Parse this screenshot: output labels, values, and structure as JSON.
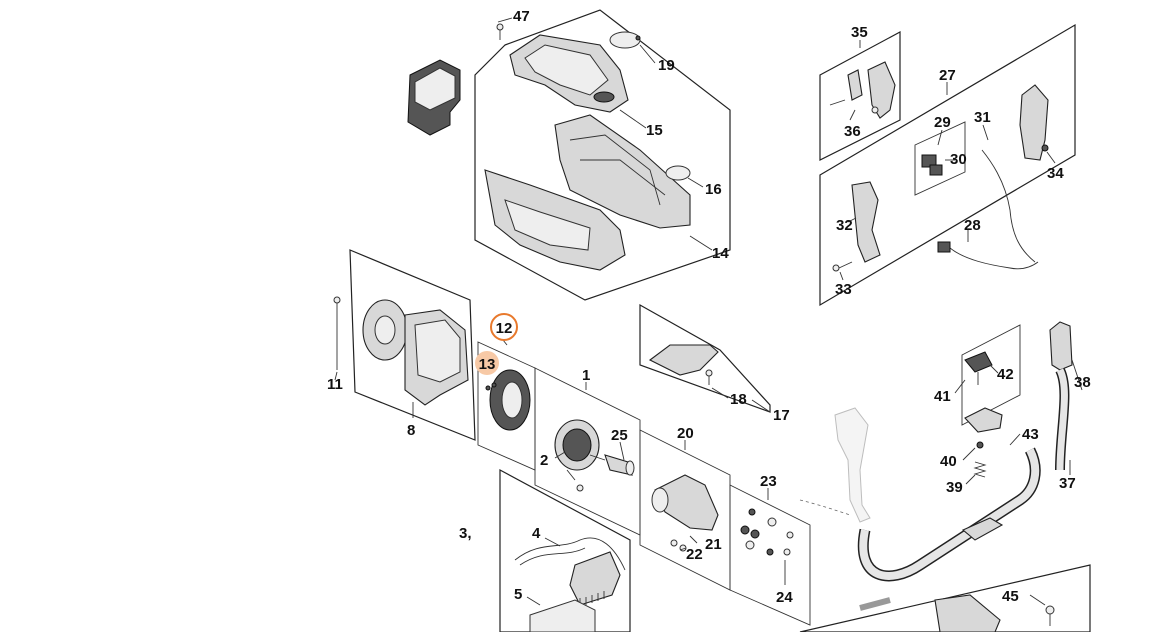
{
  "diagram": {
    "callouts": {
      "c1": "1",
      "c2": "2",
      "c3": "3,",
      "c4": "4",
      "c5": "5",
      "c8": "8",
      "c11": "11",
      "c12": "12",
      "c13": "13",
      "c14": "14",
      "c15": "15",
      "c16": "16",
      "c17": "17",
      "c18": "18",
      "c19": "19",
      "c20": "20",
      "c21": "21",
      "c22": "22",
      "c23": "23",
      "c24": "24",
      "c25": "25",
      "c27": "27",
      "c28": "28",
      "c29": "29",
      "c30": "30",
      "c31": "31",
      "c32": "32",
      "c33": "33",
      "c34": "34",
      "c35": "35",
      "c36": "36",
      "c37": "37",
      "c38": "38",
      "c39": "39",
      "c40": "40",
      "c41": "41",
      "c42": "42",
      "c43": "43",
      "c45": "45",
      "c47": "47"
    },
    "highlight_color": "#e8792c",
    "highlight_fill": "#f7c9a6"
  }
}
